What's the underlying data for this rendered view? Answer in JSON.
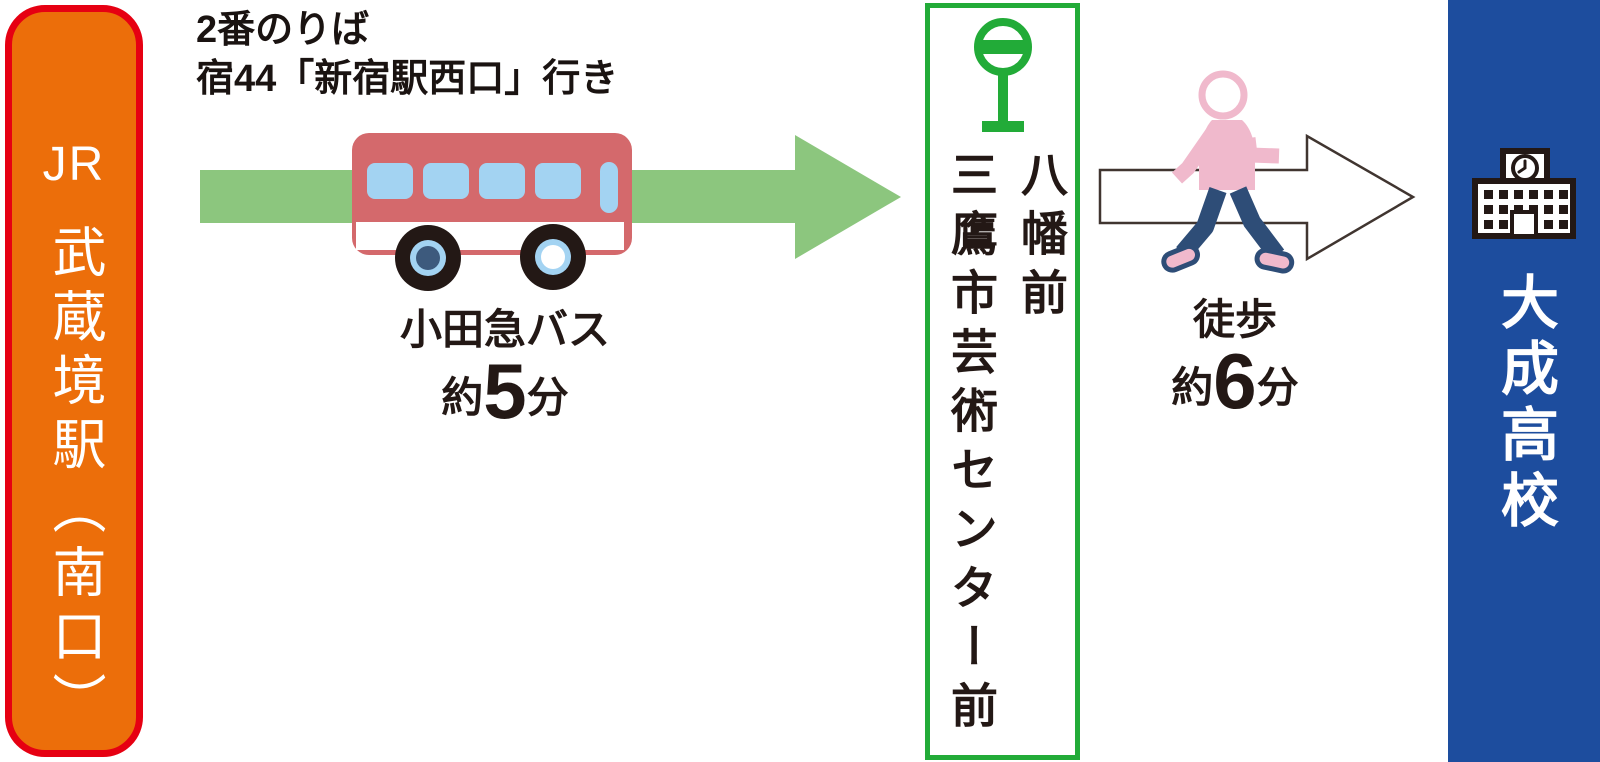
{
  "diagram_title": "route-access-diagram",
  "station": {
    "company": "JR",
    "name": "武蔵境駅（南口）"
  },
  "bus_leg": {
    "platform": "2番のりば",
    "route": "宿44「新宿駅西口」行き",
    "operator": "小田急バス",
    "duration_prefix": "約",
    "duration_value": "5",
    "duration_suffix": "分"
  },
  "bus_stop": {
    "name_right_column": "八幡前",
    "name_left_column": "三鷹市芸術センター前"
  },
  "walk_leg": {
    "mode": "徒歩",
    "duration_prefix": "約",
    "duration_value": "6",
    "duration_suffix": "分"
  },
  "destination": {
    "name": "大成高校"
  },
  "colors": {
    "station_fill": "#ec6e0a",
    "station_border": "#e60012",
    "route_arrow_green": "#8cc67e",
    "bus_stop_green": "#22ab38",
    "destination_blue": "#1d4d9e",
    "bus_body_red": "#d4696c",
    "bus_window_blue": "#a3d3f2",
    "text_dark": "#231815",
    "walker_pink": "#f0b9cc",
    "walker_navy": "#2e4d77"
  }
}
